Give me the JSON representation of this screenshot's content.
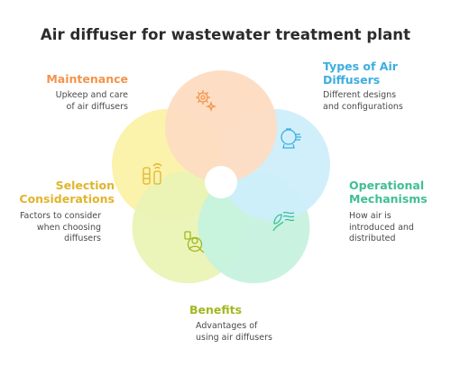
{
  "title": "Air diffuser for wastewater treatment plant",
  "colors": {
    "maintenance": "#f4934a",
    "types": "#3daee0",
    "operational": "#3fbf96",
    "benefits": "#a3b821",
    "selection": "#e0b52b"
  },
  "sections": {
    "maintenance": {
      "heading": "Maintenance",
      "desc_line1": "Upkeep and care",
      "desc_line2": "of air diffusers",
      "icon": "gear-sparkle-icon"
    },
    "types": {
      "heading_line1": "Types of Air",
      "heading_line2": "Diffusers",
      "desc_line1": "Different designs",
      "desc_line2": "and configurations",
      "icon": "diffuser-device-icon"
    },
    "operational": {
      "heading_line1": "Operational",
      "heading_line2": "Mechanisms",
      "desc_line1": "How air is",
      "desc_line2": "introduced and",
      "desc_line3": "distributed",
      "icon": "air-flow-icon"
    },
    "benefits": {
      "heading": "Benefits",
      "desc_line1": "Advantages of",
      "desc_line2": "using air diffusers",
      "icon": "user-benefit-icon"
    },
    "selection": {
      "heading_line1": "Selection",
      "heading_line2": "Considerations",
      "desc_line1": "Factors to consider",
      "desc_line2": "when choosing",
      "desc_line3": "diffusers",
      "icon": "comparison-bottles-icon"
    }
  }
}
